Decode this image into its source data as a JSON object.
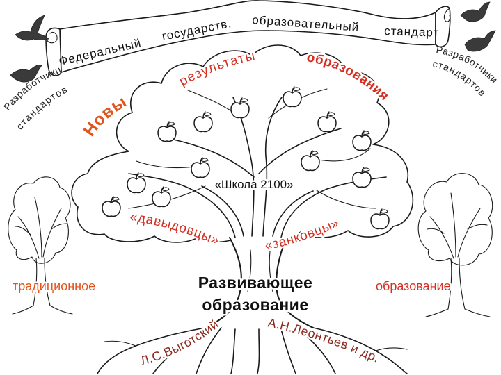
{
  "banner": {
    "words": [
      "Федеральный",
      "государств.",
      "образовательный",
      "стандарт"
    ]
  },
  "developers": {
    "left": {
      "line1": "Разработчики",
      "line2": "стандартов"
    },
    "right": {
      "line1": "Разработчики",
      "line2": "стандартов"
    }
  },
  "canopy_caption": {
    "new": "Новые",
    "results": "результаты",
    "of_education": "образования"
  },
  "branches": {
    "school_2100": "«Школа 2100»",
    "davydov": "«давыдовцы»",
    "zankov": "«занковцы»"
  },
  "traditional_education": {
    "left_word": "традиционное",
    "right_word": "образование"
  },
  "developing_education": {
    "line1": "Развивающее",
    "line2": "образование"
  },
  "roots": {
    "vygotsky": "Л.С.Выготский",
    "leontiev": "А.Н.Леонтьев и др."
  },
  "icons": {
    "bird": "bird-icon",
    "apple": "apple-icon",
    "tree": "tree-icon",
    "banner": "scroll-banner-icon"
  },
  "colors": {
    "red": "#d32f22",
    "orange": "#e2541c",
    "dark_red": "#8c2a20",
    "ink": "#1a1a1a"
  }
}
